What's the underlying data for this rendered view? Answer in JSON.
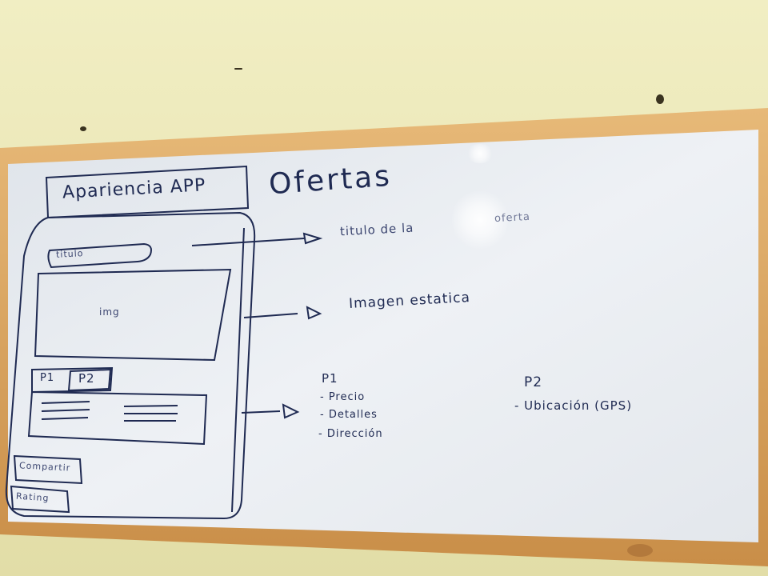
{
  "whiteboard": {
    "header_box_label": "Apariencia APP",
    "heading": "Ofertas",
    "annotations": {
      "title_note": "titulo de la",
      "title_note_tail": "oferta",
      "image_note": "Imagen estatica"
    },
    "mockup": {
      "title_field": "titulo",
      "image_label": "img",
      "tab_1": "P1",
      "tab_2": "P2",
      "button_share": "Compartir",
      "button_rating": "Rating"
    },
    "p1_section": {
      "heading": "P1",
      "items": [
        "- Precio",
        "- Detalles",
        "- Dirección"
      ]
    },
    "p2_section": {
      "heading": "P2",
      "items": [
        "- Ubicación (GPS)"
      ]
    }
  },
  "colors": {
    "wall": "#e9e6b0",
    "frame_wood": "#d9a460",
    "board_surface": "#e8ecf1",
    "marker_ink": "#1f2a52"
  }
}
